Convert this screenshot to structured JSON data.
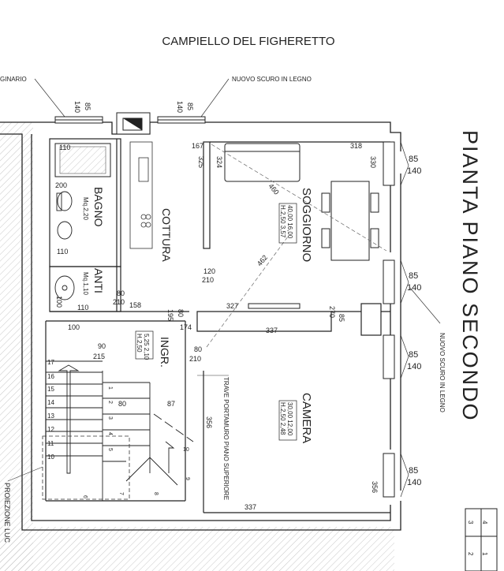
{
  "street_name": "CAMPIELLO DEL FIGHERETTO",
  "title": "PIANTA PIANO SECONDO",
  "notes": {
    "original_window_left": "GINARIO",
    "new_shutter_top": "NUOVO SCURO IN LEGNO",
    "new_shutter_right": "NUOVO SCURO IN LEGNO",
    "beam_note": "TRAVE PORTAMURO PIANO SUPERIORE",
    "projection_note": "PROIEZIONE LUC"
  },
  "rooms": {
    "bagno": {
      "name": "BAGNO",
      "area": "Mq.2,20"
    },
    "anti": {
      "name": "ANTI",
      "area": "Mq.1,10"
    },
    "cottura": {
      "name": "COTTURA"
    },
    "soggiorno": {
      "name": "SOGGIORNO",
      "data_line1": "40,00 16,00",
      "data_line2": "H.2,50 3,57"
    },
    "ingresso": {
      "name": "INGR.",
      "data_line1": "5,25 2,10",
      "data_line2": "H.2,50"
    },
    "camera": {
      "name": "CAMERA",
      "data_line1": "30,00 12,00",
      "data_line2": "H.2,50 2,48"
    }
  },
  "dims": {
    "top_win1_a": "140",
    "top_win1_b": "85",
    "top_win2_a": "140",
    "top_win2_b": "85",
    "d110_top": "110",
    "d200": "200",
    "d110_mid": "110",
    "d100_v": "100",
    "d110_bot": "110",
    "d167": "167",
    "d325": "325",
    "d324": "324",
    "d318": "318",
    "d330": "330",
    "d460": "460",
    "d462": "462",
    "d120": "120",
    "d210a": "210",
    "d80a": "80",
    "d210b": "210",
    "d158": "158",
    "d195": "195",
    "d80b": "80",
    "d174": "174",
    "d327": "327",
    "d337a": "337",
    "d85c": "85",
    "d270": "270",
    "d100_h": "100",
    "d90": "90",
    "d215": "215",
    "d80c": "80",
    "d210c": "210",
    "d87": "87",
    "d80d": "80",
    "d356a": "356",
    "d356b": "356",
    "d337b": "337",
    "rw1_a": "85",
    "rw1_b": "140",
    "rw2_a": "85",
    "rw2_b": "140",
    "rw3_a": "85",
    "rw3_b": "140",
    "rw4_a": "85",
    "rw4_b": "140"
  },
  "stairs_left": [
    "17",
    "16",
    "15",
    "14",
    "13",
    "12",
    "11",
    "10"
  ],
  "stairs_mid": [
    "1",
    "2",
    "3",
    "4",
    "5",
    "6",
    "7"
  ],
  "stairs_right": [
    "8",
    "9",
    "10"
  ],
  "legend_table": [
    "4",
    "1",
    "3",
    "2"
  ]
}
